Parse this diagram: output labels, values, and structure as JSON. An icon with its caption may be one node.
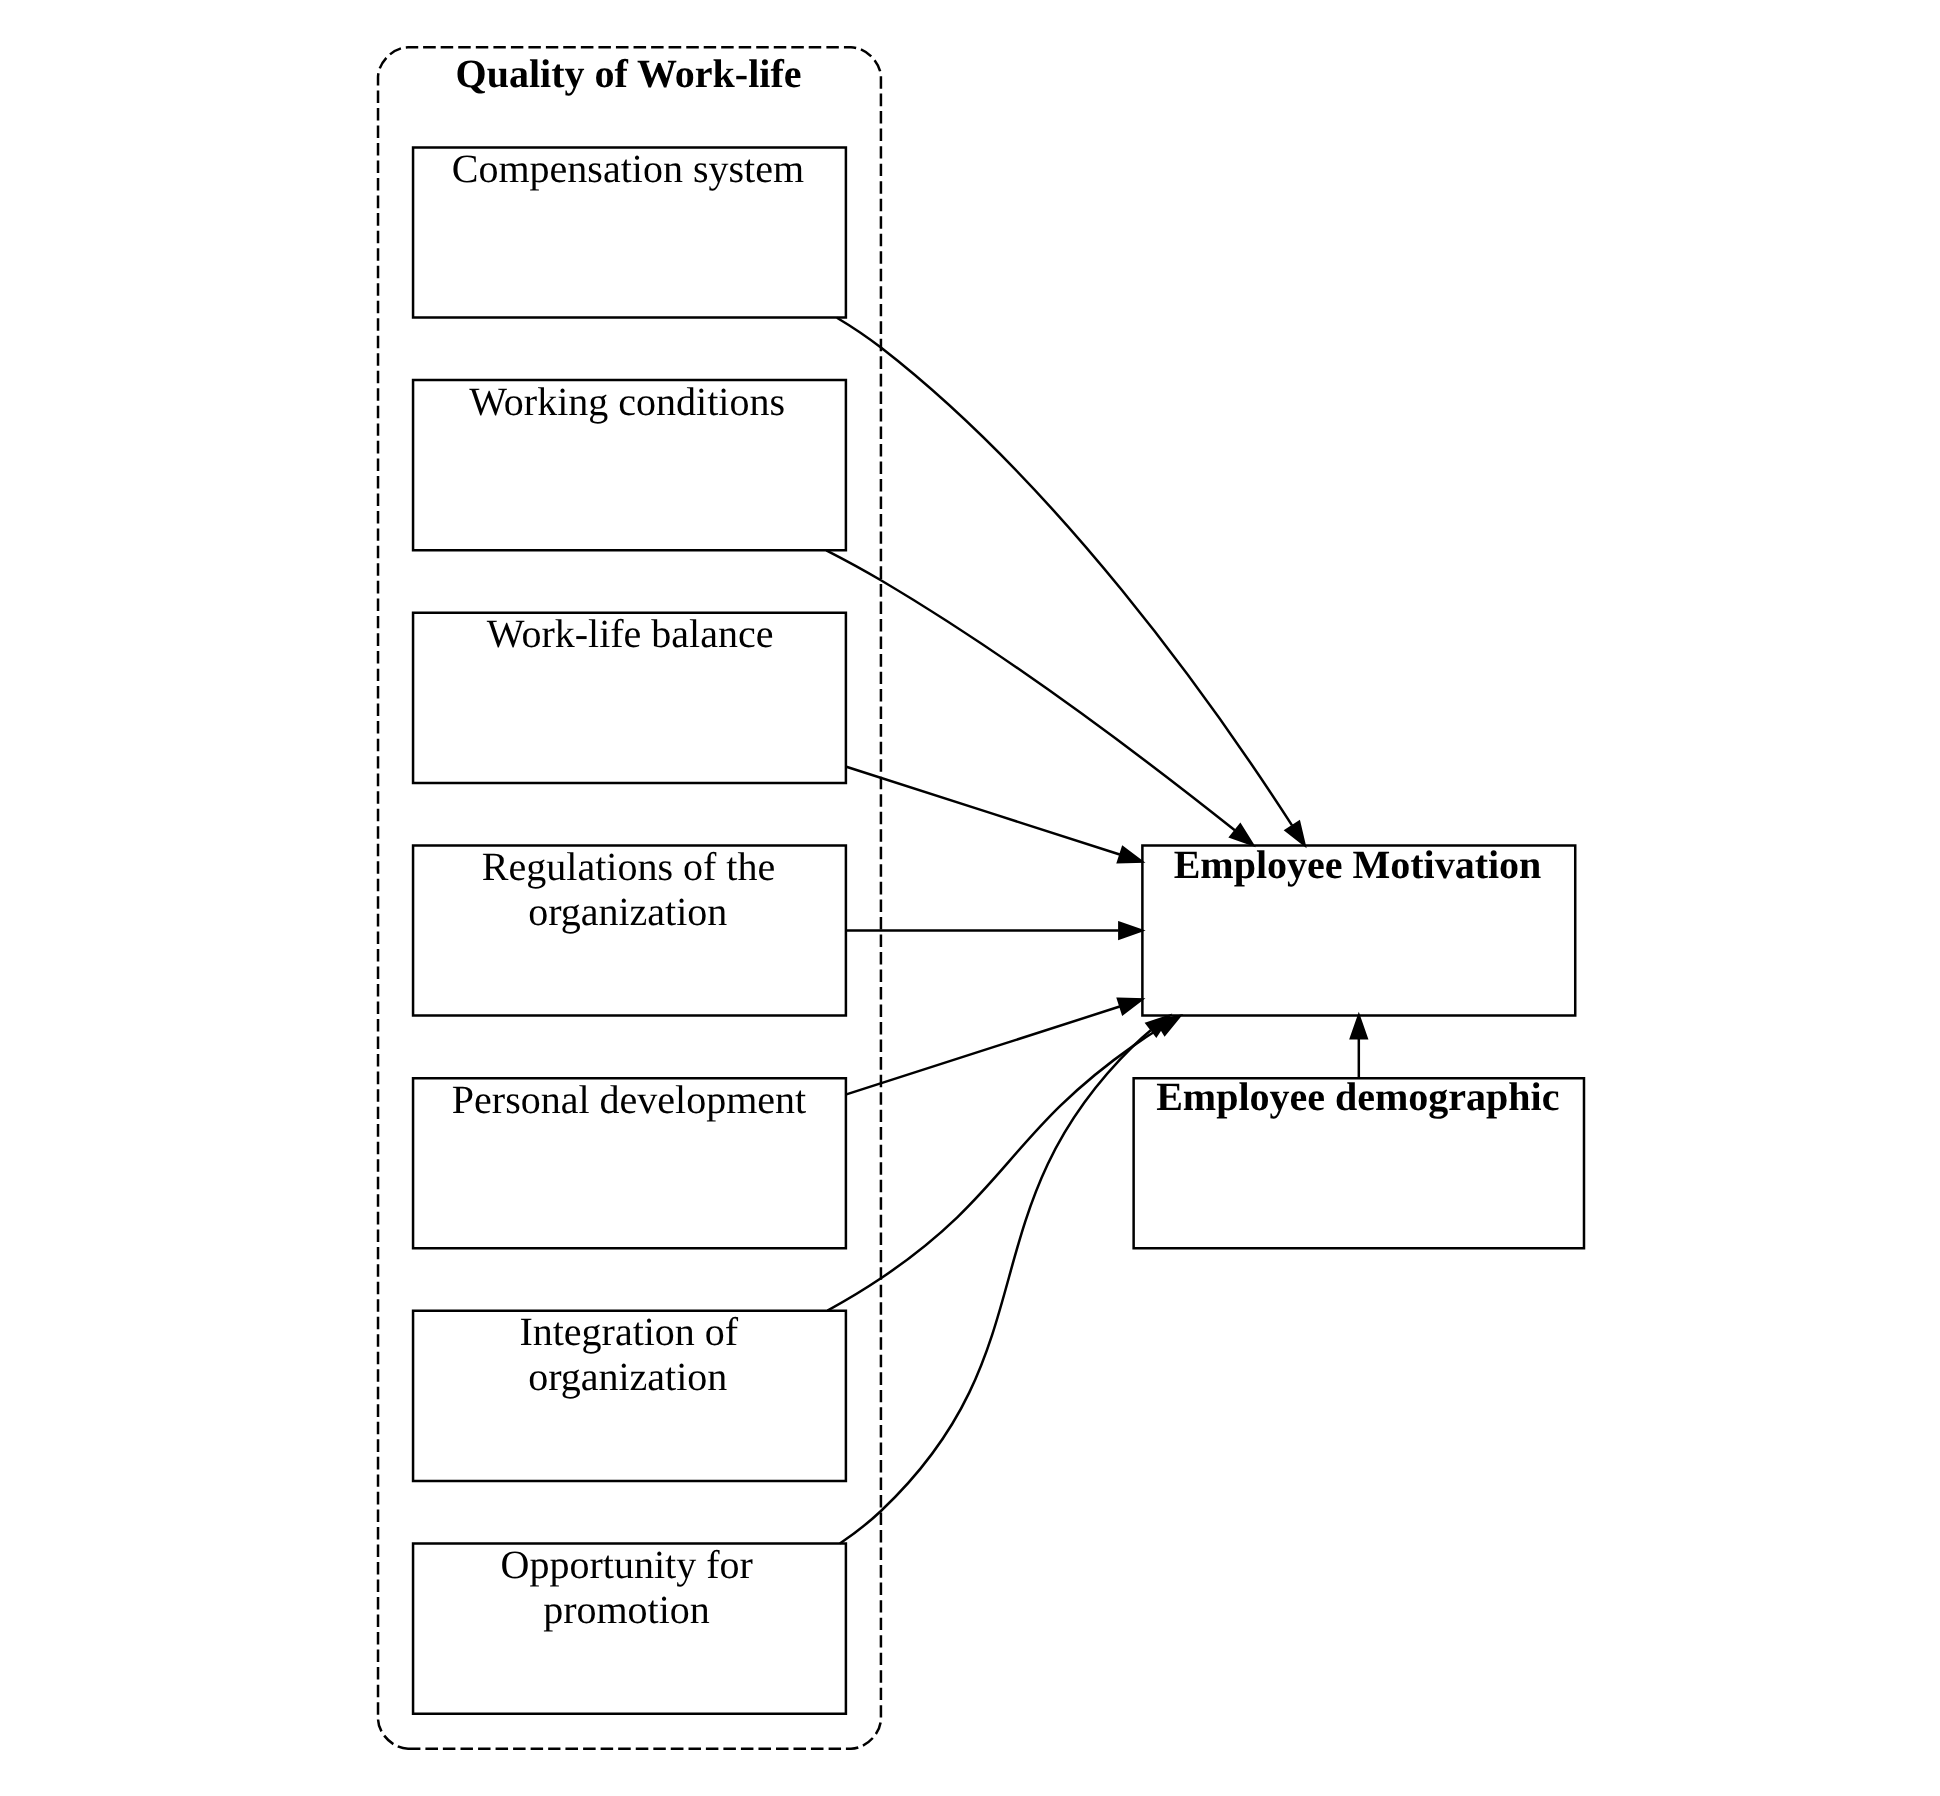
{
  "diagram": {
    "nodes": [
      {
        "text": [
          "Quality of Work-life"
        ]
      },
      {
        "text": [
          "Compensation system"
        ],
        "in": 0
      },
      {
        "text": [
          "Working conditions"
        ],
        "in": 0
      },
      {
        "text": [
          "Work-life balance"
        ],
        "in": 0
      },
      {
        "text": [
          "Regulations of the organization"
        ],
        "in": 0
      },
      {
        "text": [
          "Personal development"
        ],
        "in": 0
      },
      {
        "text": [
          "Integration of organization"
        ],
        "in": 0
      },
      {
        "text": [
          "Opportunity for promotion"
        ],
        "in": 0
      },
      {
        "text": [
          "Employee Motivation"
        ]
      },
      {
        "text": [
          "Employee demographic"
        ]
      }
    ],
    "edges": [
      {
        "from": 1,
        "to": 8,
        "arrow": "to"
      },
      {
        "from": 2,
        "to": 8,
        "arrow": "to"
      },
      {
        "from": 3,
        "to": 8,
        "arrow": "to"
      },
      {
        "from": 4,
        "to": 8,
        "arrow": "to"
      },
      {
        "from": 5,
        "to": 8,
        "arrow": "to"
      },
      {
        "from": 6,
        "to": 8,
        "arrow": "to"
      },
      {
        "from": 7,
        "to": 8,
        "arrow": "to"
      },
      {
        "from": 9,
        "to": 8,
        "arrow": "to"
      }
    ]
  }
}
